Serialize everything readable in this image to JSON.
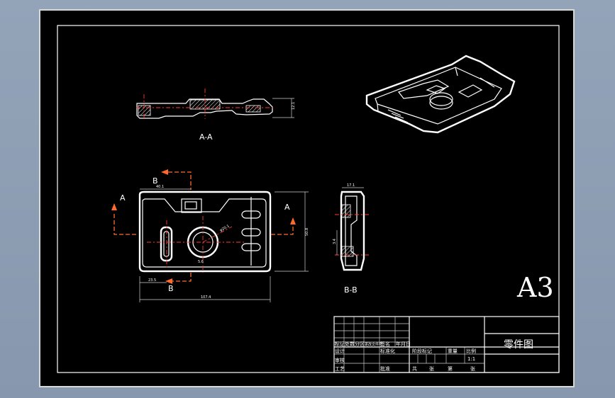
{
  "drawing": {
    "paper_size": "A3",
    "section_labels": {
      "aa_caption": "A-A",
      "bb_caption": "B-B",
      "a_left": "A",
      "a_right": "A",
      "b_top": "B",
      "b_bottom": "B"
    },
    "dimensions": {
      "overall_width": "107.4",
      "overall_height": "50.8",
      "top_left_width": "40.1",
      "hole_diameter": "φ20.1",
      "slot_offset": "23.5",
      "side_width": "17.1",
      "side_height": "12.1",
      "slot_width": "5.6",
      "small_dim": "3.4"
    }
  },
  "title_block": {
    "part_title": "零件图",
    "header_row": [
      "标记",
      "处数",
      "分区",
      "更改文件号",
      "签名",
      "年月日"
    ],
    "left_rows": [
      "设计",
      "审核",
      "工艺"
    ],
    "mid_labels": [
      "标准化",
      "批准"
    ],
    "stage_labels": [
      "阶段标记",
      "重量",
      "比例"
    ],
    "scale_value": "1:1",
    "sheet_labels": [
      "共",
      "张",
      "第",
      "张"
    ]
  }
}
